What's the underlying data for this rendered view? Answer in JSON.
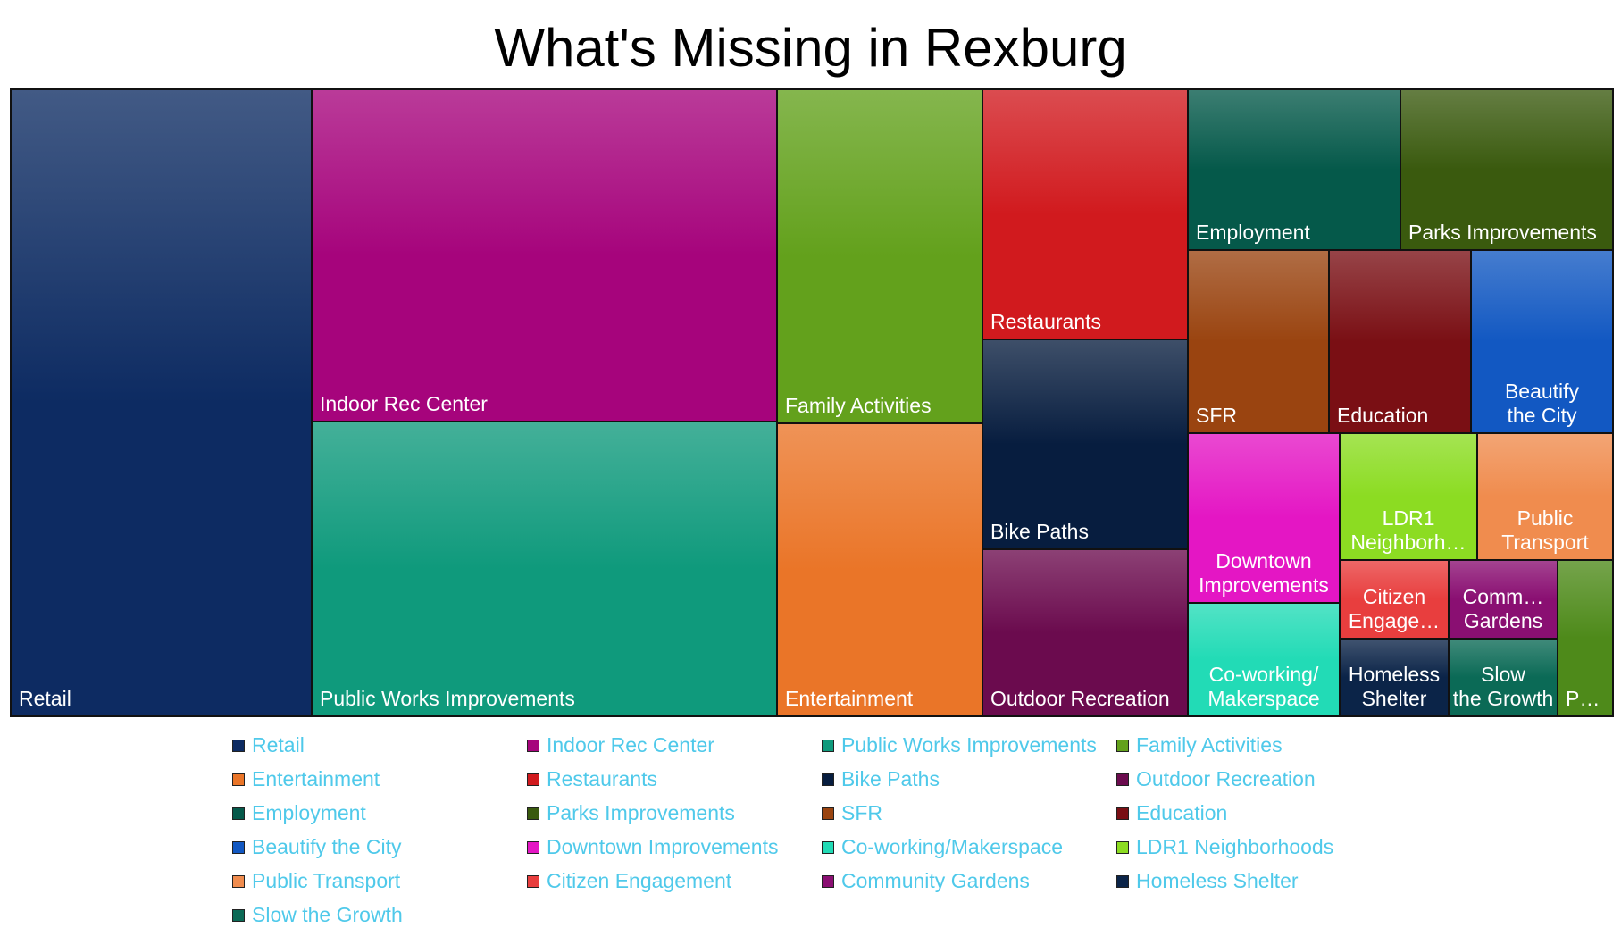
{
  "chart_data": {
    "type": "treemap",
    "title": "What's Missing in Rexburg",
    "items": [
      {
        "name": "Retail",
        "tile_label": "Retail",
        "color": "#0d2b62"
      },
      {
        "name": "Indoor Rec Center",
        "tile_label": "Indoor Rec Center",
        "color": "#a6047c"
      },
      {
        "name": "Public Works Improvements",
        "tile_label": "Public Works Improvements",
        "color": "#0f9a7c"
      },
      {
        "name": "Family Activities",
        "tile_label": "Family Activities",
        "color": "#63a11c"
      },
      {
        "name": "Entertainment",
        "tile_label": "Entertainment",
        "color": "#ea7528"
      },
      {
        "name": "Restaurants",
        "tile_label": "Restaurants",
        "color": "#d11a1e"
      },
      {
        "name": "Bike Paths",
        "tile_label": "Bike Paths",
        "color": "#071d3f"
      },
      {
        "name": "Outdoor Recreation",
        "tile_label": "Outdoor Recreation",
        "color": "#6b0b4e"
      },
      {
        "name": "Employment",
        "tile_label": "Employment",
        "color": "#05594a"
      },
      {
        "name": "Parks Improvements",
        "tile_label": "Parks Improvements",
        "color": "#3a5a0e"
      },
      {
        "name": "SFR",
        "tile_label": "SFR",
        "color": "#9a4410"
      },
      {
        "name": "Education",
        "tile_label": "Education",
        "color": "#7a0f14"
      },
      {
        "name": "Beautify the City",
        "tile_label": "Beautify the City",
        "color": "#1258c2"
      },
      {
        "name": "Downtown Improvements",
        "tile_label": "Downtown Improvements",
        "color": "#e416c4"
      },
      {
        "name": "Co-working/Makerspace",
        "tile_label": "Co-working/ Makerspace",
        "color": "#22dbb6"
      },
      {
        "name": "LDR1 Neighborhoods",
        "tile_label": "LDR1 Neighborh…",
        "color": "#8cdc22"
      },
      {
        "name": "Public Transport",
        "tile_label": "Public Transport",
        "color": "#f08c4e"
      },
      {
        "name": "Citizen Engagement",
        "tile_label": "Citizen Engage…",
        "color": "#e83e3e"
      },
      {
        "name": "Community Gardens",
        "tile_label": "Comm… Gardens",
        "color": "#8a0f72"
      },
      {
        "name": "Homeless Shelter",
        "tile_label": "Homeless Shelter",
        "color": "#0b2448"
      },
      {
        "name": "Slow the Growth",
        "tile_label": "Slow the Growth",
        "color": "#0b6a56"
      },
      {
        "name": "",
        "tile_label": "P…",
        "color": "#4e8a1a"
      }
    ]
  }
}
